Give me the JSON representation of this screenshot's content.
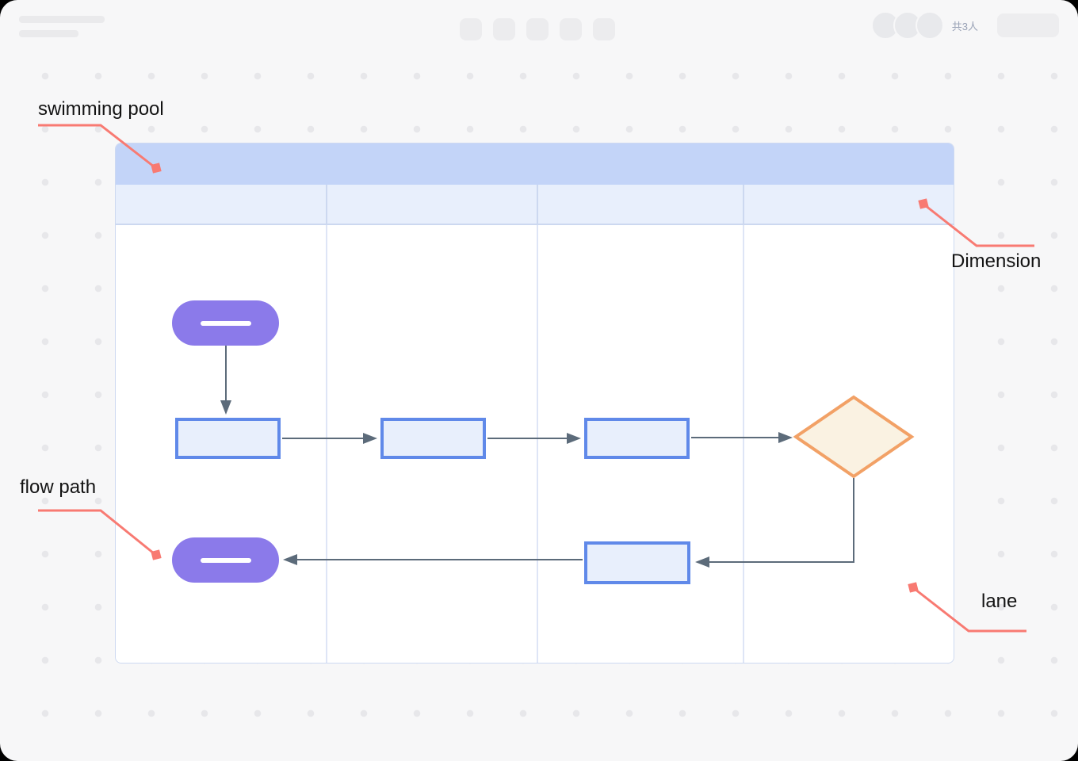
{
  "toolbar": {
    "collaborators_label": "共3人",
    "tool_button_count": 5,
    "avatar_count": 3
  },
  "annotations": {
    "swimming_pool": "swimming pool",
    "dimension": "Dimension",
    "flow_path": "flow path",
    "lane": "lane"
  },
  "diagram": {
    "type": "swimlane-flowchart",
    "pool": {
      "lane_count": 4,
      "orientation": "vertical"
    },
    "nodes": [
      {
        "id": "start",
        "type": "terminator",
        "lane": 1
      },
      {
        "id": "process-1",
        "type": "process",
        "lane": 1
      },
      {
        "id": "process-2",
        "type": "process",
        "lane": 2
      },
      {
        "id": "process-3",
        "type": "process",
        "lane": 3
      },
      {
        "id": "decision",
        "type": "decision",
        "lane": 4
      },
      {
        "id": "process-4",
        "type": "process",
        "lane": 3
      },
      {
        "id": "end",
        "type": "terminator",
        "lane": 1
      }
    ],
    "edges": [
      {
        "from": "start",
        "to": "process-1"
      },
      {
        "from": "process-1",
        "to": "process-2"
      },
      {
        "from": "process-2",
        "to": "process-3"
      },
      {
        "from": "process-3",
        "to": "decision"
      },
      {
        "from": "decision",
        "to": "process-4"
      },
      {
        "from": "process-4",
        "to": "end"
      }
    ]
  },
  "colors": {
    "pool_header": "#c3d4f8",
    "lane_header": "#e8effc",
    "process_fill": "#e8effc",
    "process_border": "#6089e9",
    "terminator_fill": "#8b7aea",
    "decision_fill": "#faf2e2",
    "decision_border": "#f2a166",
    "connector": "#5c6b7a",
    "annotation_accent": "#f87a72",
    "canvas_background": "#f7f7f8"
  }
}
